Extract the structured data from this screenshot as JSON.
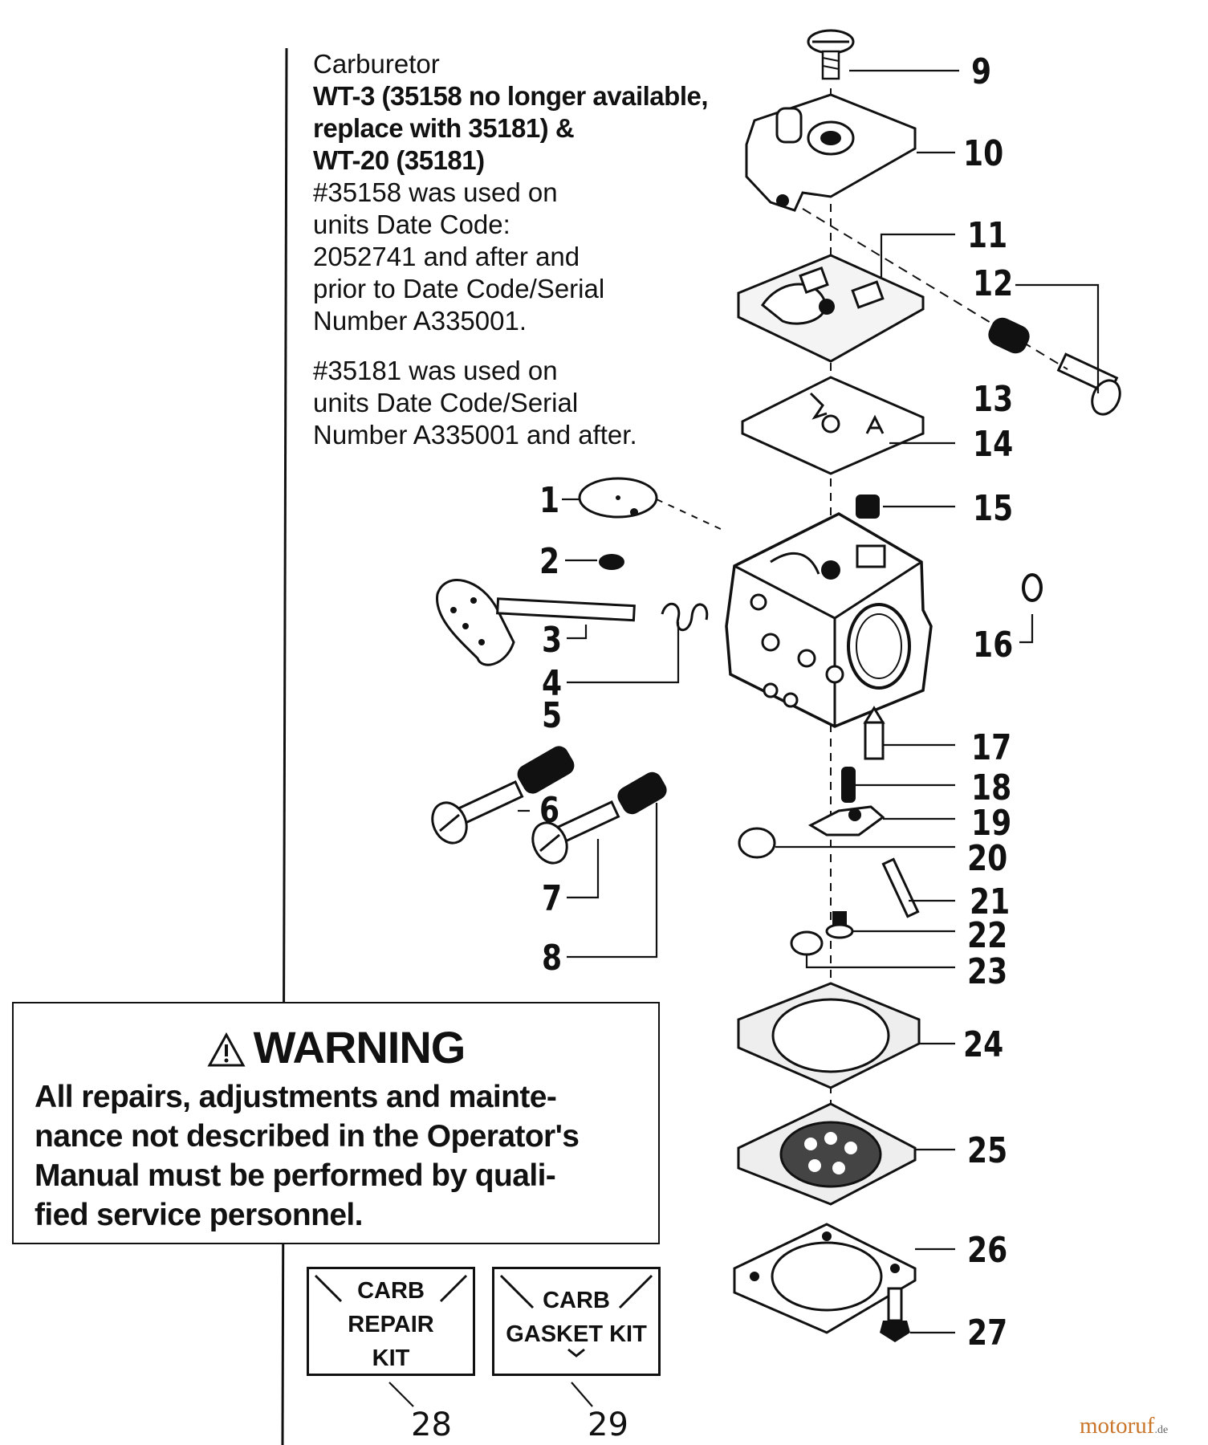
{
  "description": {
    "heading": "Carburetor",
    "models_lines": [
      "WT-3 (35158 no longer available,",
      "replace with 35181) &",
      "WT-20 (35181)"
    ],
    "note1_lines": [
      "#35158 was used on",
      "units Date Code:",
      "2052741 and after and",
      "prior to Date Code/Serial",
      "Number A335001."
    ],
    "note2_lines": [
      "#35181 was used on",
      "units Date Code/Serial",
      "Number A335001 and after."
    ]
  },
  "warning": {
    "title": "WARNING",
    "body_lines": [
      "All repairs, adjustments and mainte-",
      "nance not described in the Operator's",
      "Manual must be performed by quali-",
      "fied service personnel."
    ]
  },
  "kits": {
    "repair_kit_lines": [
      "CARB",
      "REPAIR",
      "KIT"
    ],
    "gasket_kit_lines": [
      "CARB",
      "GASKET KIT"
    ],
    "repair_kit_number": "28",
    "gasket_kit_number": "29"
  },
  "part_numbers": [
    "1",
    "2",
    "3",
    "4",
    "5",
    "6",
    "7",
    "8",
    "9",
    "10",
    "11",
    "12",
    "13",
    "14",
    "15",
    "16",
    "17",
    "18",
    "19",
    "20",
    "21",
    "22",
    "23",
    "24",
    "25",
    "26",
    "27"
  ],
  "watermark": {
    "brand": "motoruf",
    "tld": ".de"
  }
}
